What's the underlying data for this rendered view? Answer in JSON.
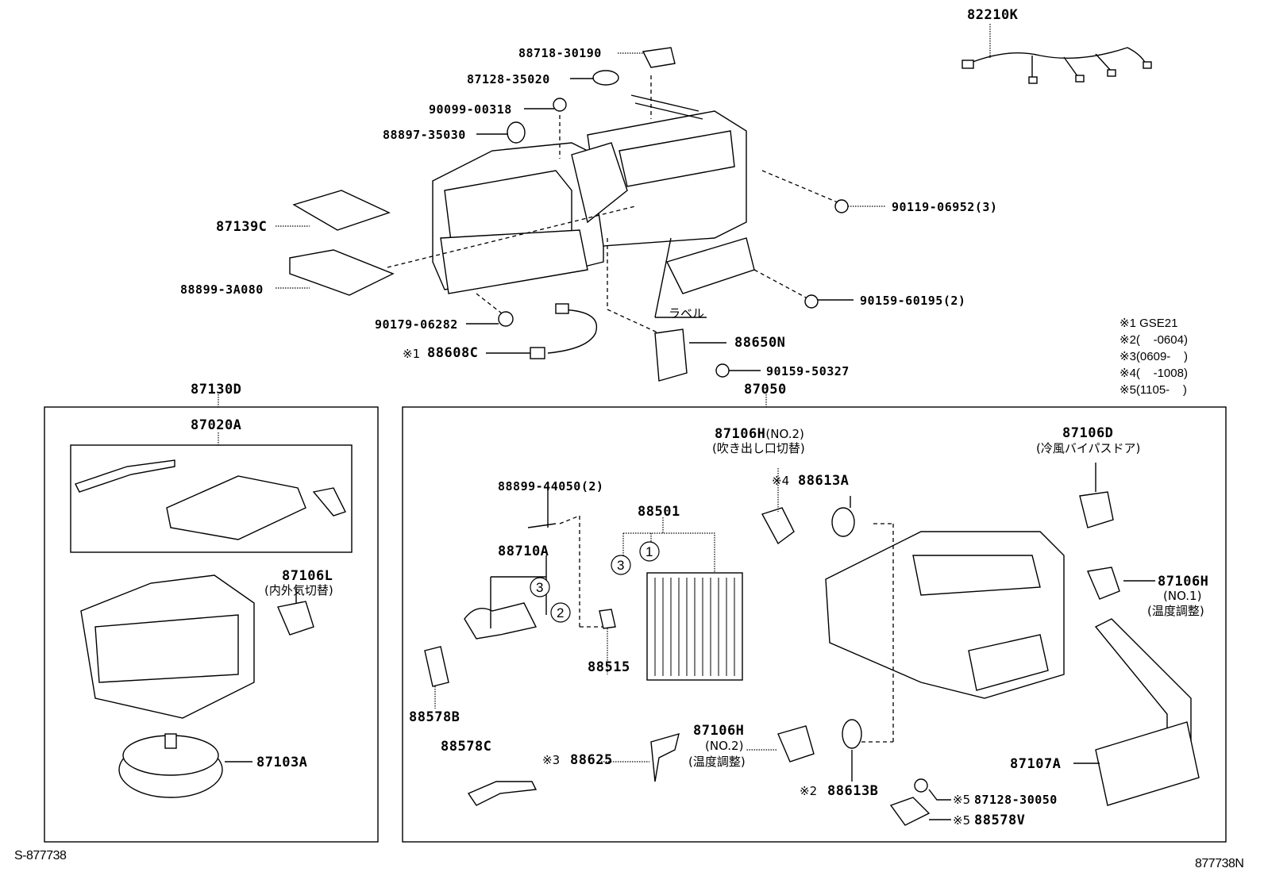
{
  "diagram": {
    "title_codes": {
      "left": "S-877738",
      "right": "877738N"
    },
    "footnotes": [
      {
        "mark": "※1",
        "text": "GSE21"
      },
      {
        "mark": "※2",
        "text": "(    -0604)"
      },
      {
        "mark": "※3",
        "text": "(0609-    )"
      },
      {
        "mark": "※4",
        "text": "(    -1008)"
      },
      {
        "mark": "※5",
        "text": "(1105-    )"
      }
    ],
    "top_parts": {
      "p88718": "88718-30190",
      "p87128a": "87128-35020",
      "p90099": "90099-00318",
      "p88897": "88897-35030",
      "p82210": "82210K",
      "p87139": "87139C",
      "p88899a": "88899-3A080",
      "p90119": "90119-06952(3)",
      "p90159a": "90159-60195(2)",
      "label_jp": "ラベル",
      "p90179": "90179-06282",
      "p88608": "88608C",
      "p88608_mark": "※1",
      "p88650": "88650N",
      "p90159b": "90159-50327"
    },
    "group_87130": {
      "label": "87130D",
      "sub_label": "87020A",
      "p87106L": "87106L",
      "p87106L_desc": "(内外気切替)",
      "p87103": "87103A"
    },
    "group_87050": {
      "label": "87050",
      "p87106H_no2_top": "87106H",
      "p87106H_no2_top_suffix": "(NO.2)",
      "p87106H_no2_top_desc": "(吹き出し口切替)",
      "p87106D": "87106D",
      "p87106D_desc": "(冷風バイパスドア)",
      "p88613A_mark": "※4",
      "p88613A": "88613A",
      "p88899b": "88899-44050(2)",
      "p88501": "88501",
      "p88710": "88710A",
      "circle_1": "1",
      "circle_3a": "3",
      "circle_3b": "3",
      "circle_2": "2",
      "p88515": "88515",
      "p88578B": "88578B",
      "p88578C": "88578C",
      "p88625_mark": "※3",
      "p88625": "88625",
      "p87106H_no2_bot": "87106H",
      "p87106H_no2_bot_suffix": "(NO.2)",
      "p87106H_no2_bot_desc": "(温度調整)",
      "p88613B_mark": "※2",
      "p88613B": "88613B",
      "p87128b_mark": "※5",
      "p87128b": "87128-30050",
      "p88578V_mark": "※5",
      "p88578V": "88578V",
      "p87106H_no1": "87106H",
      "p87106H_no1_suffix": "(NO.1)",
      "p87106H_no1_desc": "(温度調整)",
      "p87107": "87107A"
    }
  }
}
